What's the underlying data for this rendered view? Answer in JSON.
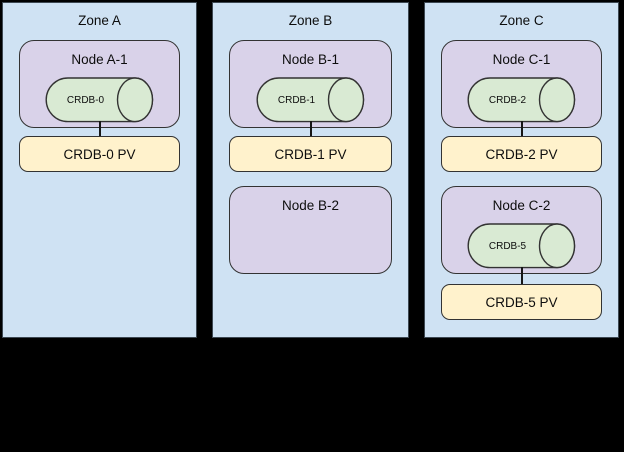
{
  "palette": {
    "background": "#000000",
    "zone_fill": "#cfe2f3",
    "zone_border": "#3d4852",
    "node_fill": "#d9d2e9",
    "db_cylinder_fill": "#d9ead3",
    "pv_fill": "#fff2cc",
    "shape_border": "#333333",
    "text": "#0d0d0d"
  },
  "zones": [
    {
      "title": "Zone A",
      "nodes": [
        {
          "label": "Node A-1",
          "db": "CRDB-0",
          "pv": "CRDB-0 PV"
        }
      ]
    },
    {
      "title": "Zone B",
      "nodes": [
        {
          "label": "Node B-1",
          "db": "CRDB-1",
          "pv": "CRDB-1 PV"
        },
        {
          "label": "Node B-2"
        }
      ]
    },
    {
      "title": "Zone C",
      "nodes": [
        {
          "label": "Node C-1",
          "db": "CRDB-2",
          "pv": "CRDB-2 PV"
        },
        {
          "label": "Node C-2",
          "db": "CRDB-5",
          "pv": "CRDB-5 PV"
        }
      ]
    }
  ]
}
